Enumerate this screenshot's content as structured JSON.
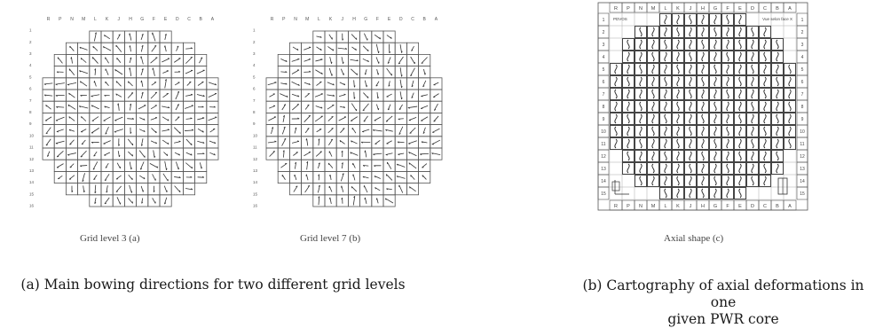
{
  "panels": {
    "grid3": {
      "caption": "Grid level 3 (a)",
      "column_letters": [
        "R",
        "P",
        "N",
        "M",
        "L",
        "K",
        "J",
        "H",
        "G",
        "F",
        "E",
        "D",
        "C",
        "B",
        "A"
      ],
      "row_numbers": [
        "1",
        "2",
        "3",
        "4",
        "5",
        "6",
        "7",
        "8",
        "9",
        "10",
        "11",
        "12",
        "13",
        "14",
        "15",
        "16"
      ]
    },
    "grid7": {
      "caption": "Grid level 7 (b)",
      "column_letters": [
        "R",
        "P",
        "N",
        "M",
        "L",
        "K",
        "J",
        "H",
        "G",
        "F",
        "E",
        "D",
        "C",
        "B",
        "A"
      ],
      "row_numbers": [
        "1",
        "2",
        "3",
        "4",
        "5",
        "6",
        "7",
        "8",
        "9",
        "10",
        "11",
        "12",
        "13",
        "14",
        "15",
        "16"
      ]
    },
    "axial": {
      "caption": "Axial shape (c)",
      "column_letters": [
        "R",
        "P",
        "N",
        "M",
        "L",
        "K",
        "J",
        "H",
        "G",
        "F",
        "E",
        "D",
        "C",
        "B",
        "A"
      ],
      "row_numbers": [
        "1",
        "2",
        "3",
        "4",
        "5",
        "6",
        "7",
        "8",
        "9",
        "10",
        "11",
        "12",
        "13",
        "14",
        "15"
      ],
      "corner_left": "PDVOS",
      "corner_right": "Vue selon face X"
    }
  },
  "captions": {
    "a": "(a) Main bowing directions for two different grid levels",
    "b_line1": "(b) Cartography of axial deformations in one",
    "b_line2": "given PWR core"
  },
  "colors": {
    "grid_line": "#555555",
    "arrow": "#333333",
    "text": "#1a1a1a"
  }
}
